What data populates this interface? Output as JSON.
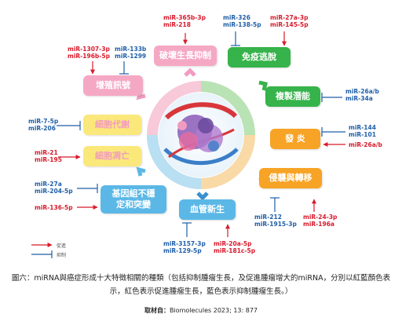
{
  "boxes": {
    "destroy_growth": "破壞生長抑制",
    "immune": "免疫逃脫",
    "replicative": "複製潛能",
    "inflammation": "發 炎",
    "invasion": "侵襲與轉移",
    "angiogenesis": "血管新生",
    "genome": "基因組不穩\n定和突變",
    "cell_death": "細胞凋亡",
    "metabolism": "細胞代謝",
    "proliferation": "增殖訊號"
  },
  "mirnas": {
    "top_red": "miR-365b-3p\nmiR-218",
    "top_blue": "miR-326\nmiR-138-5p",
    "top_right_red": "miR-27a-3p\nmiR-145-5p",
    "prolif_red": "miR-1307-3p\nmiR-196b-5p",
    "prolif_blue": "miR-133b\nmiR-1299",
    "repl_blue": "miR-26a/b\nmiR-34a",
    "metab_blue": "miR-7-5p\nmiR-206",
    "infl_blue": "miR-144\nmiR-101",
    "infl_red": "miR-26a/b",
    "death_red": "miR-21\nmiR-195",
    "genome_blue": "miR-27a\nmiR-204-5p",
    "genome_red": "miR-136-5p",
    "inv_blue": "miR-212\nmiR-1915-3p",
    "inv_red": "miR-24-3p\nmiR-196a",
    "angio_blue": "miR-3157-3p\nmiR-129-5p",
    "angio_red": "miR-20a-5p\nmiR-181c-5p"
  },
  "legend": {
    "promote": "促進",
    "inhibit": "抑制"
  },
  "caption": "圖六：miRNA與癌症形成十大特徵相關的種類（包括抑制腫瘤生長，及促進腫瘤增大的miRNA，分別以紅藍顏色表示，紅色表示促進腫瘤生長，藍色表示抑制腫瘤生長。）",
  "source": {
    "label": "取材自：",
    "text": "Biomolecules 2023; 13: 877"
  },
  "colors": {
    "promote": "#d81b2c",
    "inhibit": "#1f5fa8",
    "pink": "#f5a8c4",
    "green": "#36b34a",
    "orange": "#f7a325",
    "blue": "#5bb8e6",
    "yellow": "#fbe87a"
  }
}
